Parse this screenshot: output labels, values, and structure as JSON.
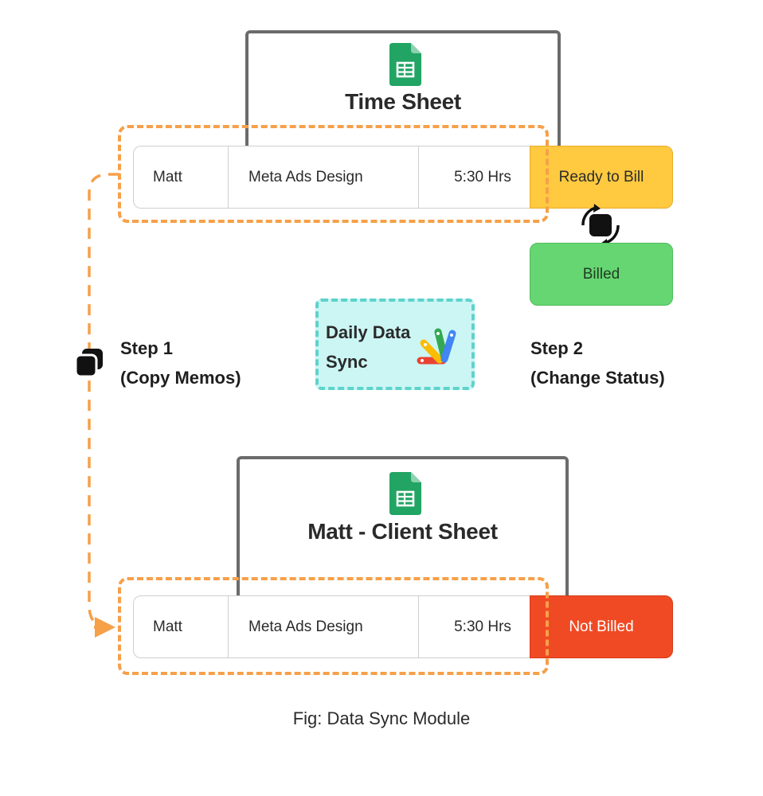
{
  "top_sheet": {
    "title": "Time Sheet",
    "row": {
      "name": "Matt",
      "task": "Meta Ads Design",
      "hours": "5:30 Hrs"
    },
    "status": "Ready to Bill",
    "new_status": "Billed"
  },
  "bottom_sheet": {
    "title": "Matt - Client Sheet",
    "row": {
      "name": "Matt",
      "task": "Meta Ads Design",
      "hours": "5:30 Hrs"
    },
    "status": "Not Billed"
  },
  "steps": {
    "step1": {
      "title": "Step 1",
      "detail": "(Copy Memos)"
    },
    "step2": {
      "title": "Step 2",
      "detail": "(Change Status)"
    }
  },
  "sync": {
    "line1": "Daily Data",
    "line2": "Sync"
  },
  "caption": "Fig: Data Sync Module",
  "colors": {
    "dashed_border": "#f6a04a",
    "ready_to_bill": "#ffc940",
    "billed": "#66d672",
    "not_billed": "#f04a24",
    "sync_fill": "#cbf6f4",
    "sync_border": "#5ed3cc",
    "sheets_green": "#21a464"
  },
  "icons": [
    "google-sheets-icon",
    "copy-icon",
    "status-change-icon",
    "apps-script-icon",
    "arrow-head-icon"
  ]
}
